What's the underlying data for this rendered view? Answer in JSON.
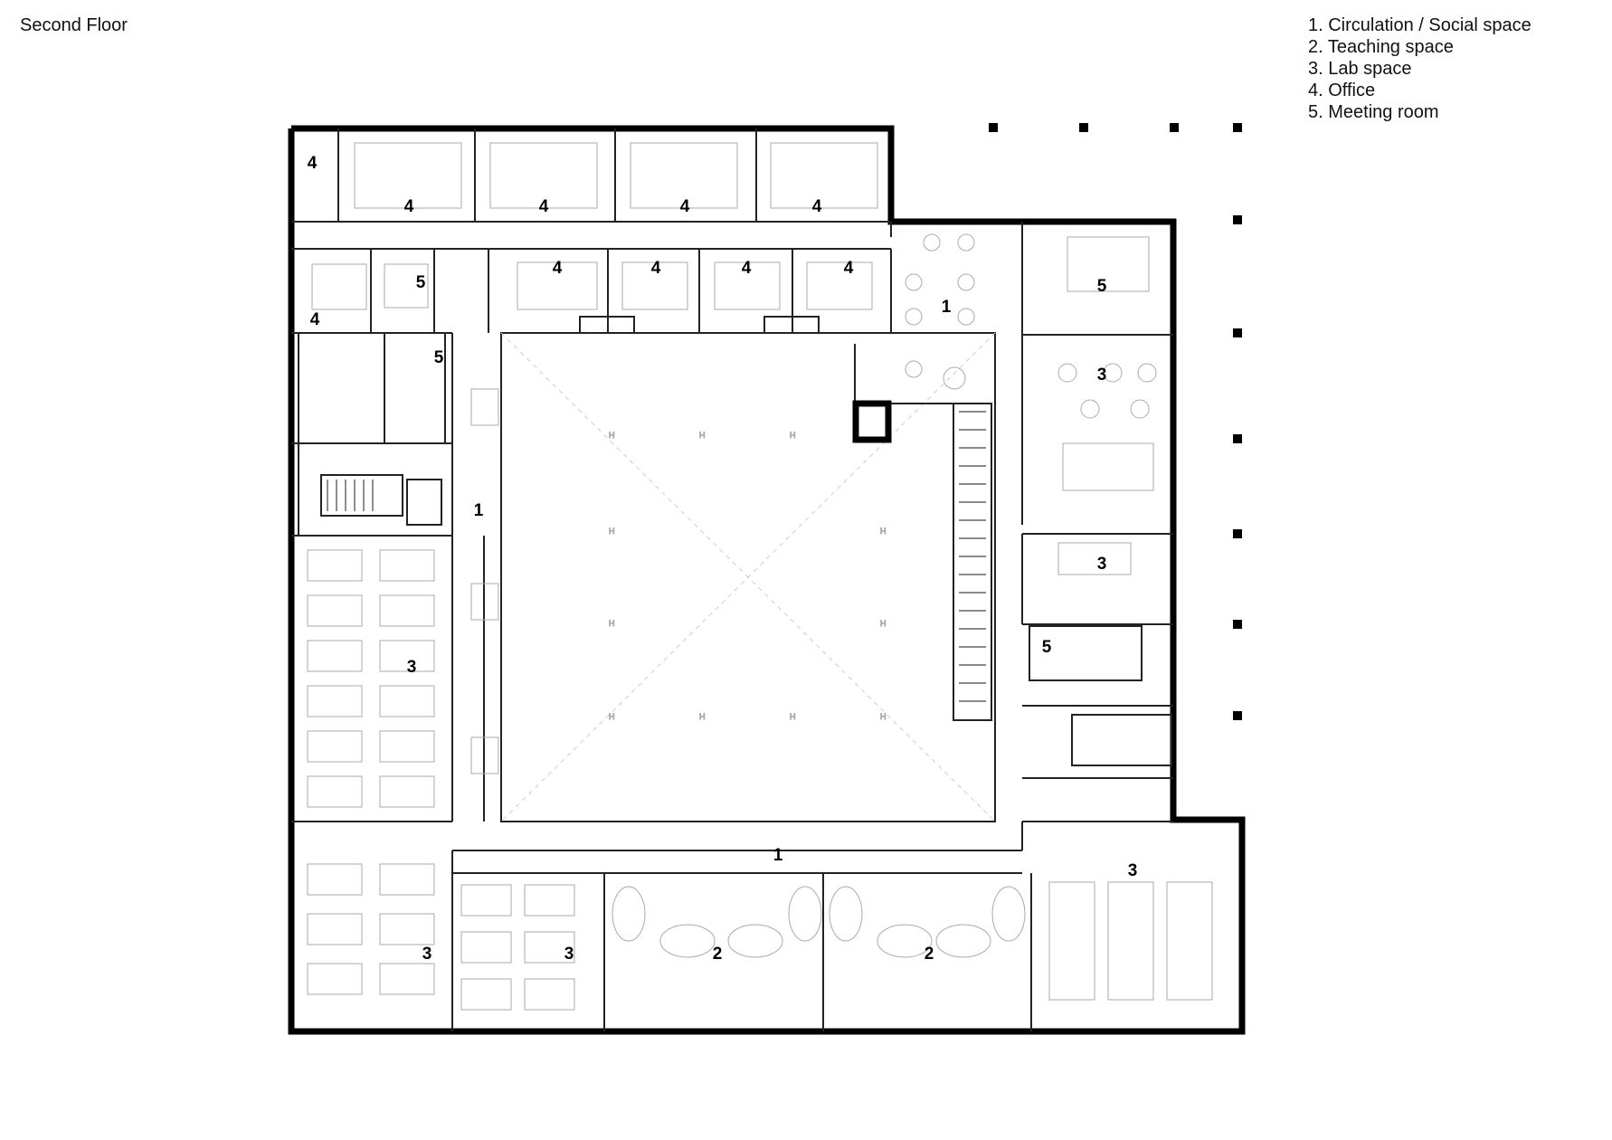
{
  "title": "Second Floor",
  "legend": [
    "1. Circulation / Social space",
    "2. Teaching space",
    "3. Lab space",
    "4. Office",
    "5. Meeting room"
  ],
  "room_numbers": {
    "circulation": "1",
    "teaching": "2",
    "lab": "3",
    "office": "4",
    "meeting": "5"
  }
}
